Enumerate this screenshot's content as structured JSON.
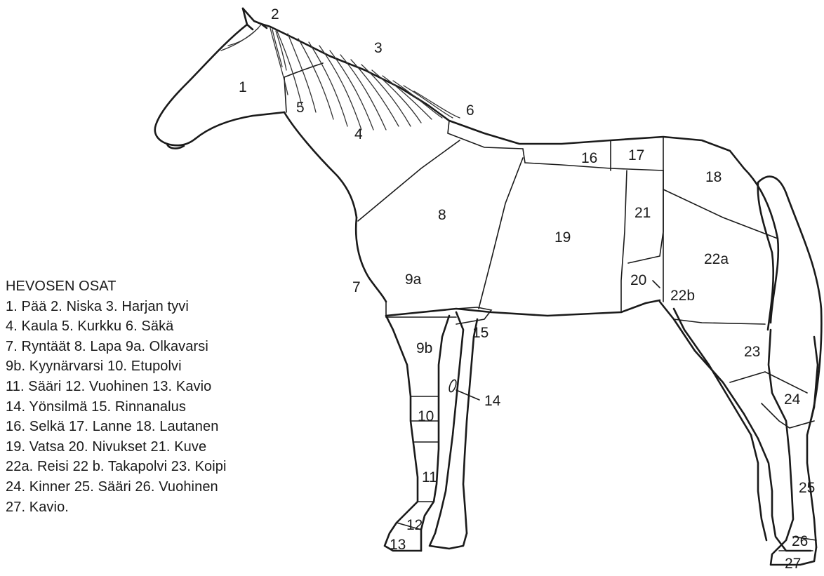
{
  "legend": {
    "title": "HEVOSEN OSAT",
    "lines": [
      "1. Pää 2. Niska 3. Harjan tyvi",
      "4. Kaula 5. Kurkku 6. Säkä",
      "7. Ryntäät 8. Lapa 9a. Olkavarsi",
      "9b. Kyynärvarsi 10. Etupolvi",
      "11. Sääri 12. Vuohinen 13. Kavio",
      "14. Yönsilmä 15. Rinnanalus",
      "16. Selkä 17. Lanne 18. Lautanen",
      "19. Vatsa 20. Nivukset  21. Kuve",
      "22a. Reisi 22 b. Takapolvi 23. Koipi",
      "24. Kinner 25. Sääri 26. Vuohinen",
      "27. Kavio."
    ]
  },
  "labels": {
    "n1": "1",
    "n2": "2",
    "n3": "3",
    "n4": "4",
    "n5": "5",
    "n6": "6",
    "n7": "7",
    "n8": "8",
    "n9a": "9a",
    "n9b": "9b",
    "n10": "10",
    "n11": "11",
    "n12": "12",
    "n13": "13",
    "n14": "14",
    "n15": "15",
    "n16": "16",
    "n17": "17",
    "n18": "18",
    "n19": "19",
    "n20": "20",
    "n21": "21",
    "n22a": "22a",
    "n22b": "22b",
    "n23": "23",
    "n24": "24",
    "n25": "25",
    "n26": "26",
    "n27": "27"
  }
}
